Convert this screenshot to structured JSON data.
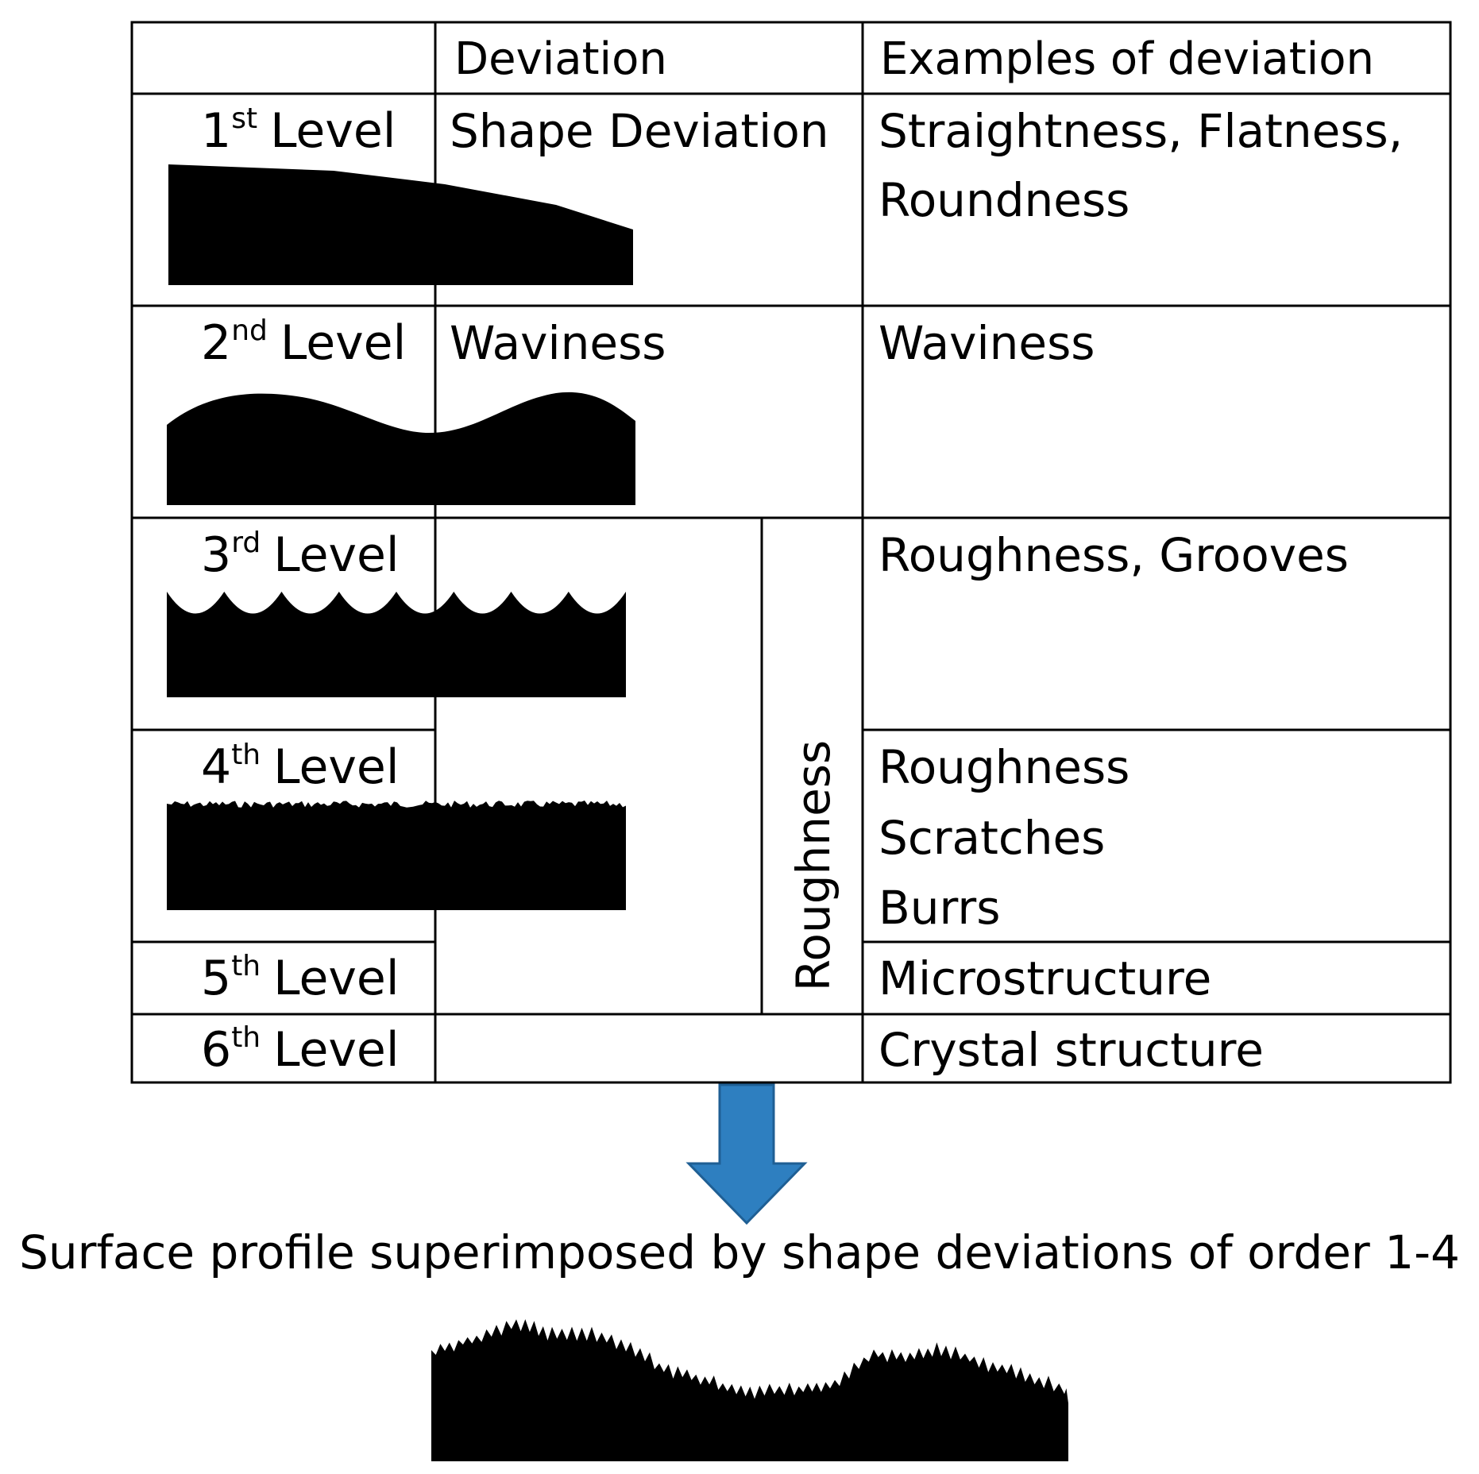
{
  "table": {
    "headers": {
      "deviation": "Deviation",
      "examples": "Examples of deviation"
    },
    "levels": [
      {
        "number": "1",
        "suffix": "st",
        "label": "Level",
        "deviation": "Shape Deviation",
        "examples": [
          "Straightness, Flatness,",
          "Roundness"
        ]
      },
      {
        "number": "2",
        "suffix": "nd",
        "label": "Level",
        "deviation": "Waviness",
        "examples": [
          "Waviness"
        ]
      },
      {
        "number": "3",
        "suffix": "rd",
        "label": "Level",
        "deviation": "",
        "examples": [
          "Roughness, Grooves"
        ]
      },
      {
        "number": "4",
        "suffix": "th",
        "label": "Level",
        "deviation": "",
        "examples": [
          "Roughness",
          "Scratches",
          "Burrs"
        ]
      },
      {
        "number": "5",
        "suffix": "th",
        "label": "Level",
        "deviation": "",
        "examples": [
          "Microstructure"
        ]
      },
      {
        "number": "6",
        "suffix": "th",
        "label": "Level",
        "deviation": "",
        "examples": [
          "Crystal structure"
        ]
      }
    ],
    "roughness_label": "Roughness"
  },
  "caption": "Surface profile superimposed by shape deviations of order 1-4",
  "colors": {
    "arrow": "#2e7fc0",
    "arrow_stroke": "#1f5f94",
    "profile": "#000000",
    "grid": "#000000"
  }
}
